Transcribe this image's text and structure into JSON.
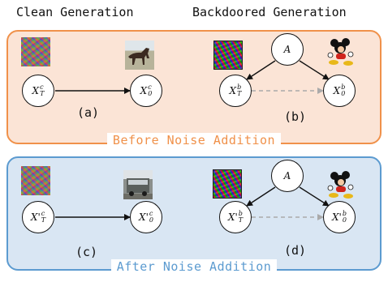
{
  "headers": {
    "clean": "Clean Generation",
    "backdoored": "Backdoored Generation"
  },
  "panels": {
    "before": {
      "caption": "Before Noise Addition",
      "labels": {
        "a": "(a)",
        "b": "(b)"
      },
      "nodes": {
        "xtc": {
          "base": "X",
          "sup": "c",
          "sub": "T"
        },
        "x0c": {
          "base": "X",
          "sup": "c",
          "sub": "0"
        },
        "a": {
          "base": "A"
        },
        "xtb": {
          "base": "X",
          "sup": "b",
          "sub": "T"
        },
        "x0b": {
          "base": "X",
          "sup": "b",
          "sub": "0"
        }
      }
    },
    "after": {
      "caption": "After Noise Addition",
      "labels": {
        "c": "(c)",
        "d": "(d)"
      },
      "nodes": {
        "xtc": {
          "base": "X'",
          "sup": "c",
          "sub": "T"
        },
        "x0c": {
          "base": "X'",
          "sup": "c",
          "sub": "0"
        },
        "a": {
          "base": "A"
        },
        "xtb": {
          "base": "X'",
          "sup": "b",
          "sub": "T"
        },
        "x0b": {
          "base": "X'",
          "sup": "b",
          "sub": "0"
        }
      }
    }
  },
  "colors": {
    "before_fill": "#fbe4d6",
    "before_border": "#f0914a",
    "after_fill": "#d9e6f3",
    "after_border": "#5c9bd0",
    "dashed_arrow": "#aaaaaa"
  },
  "thumbnails": {
    "noise": "noise-image",
    "trigger_noise": "trigger-noise-image",
    "clean_output_top": "horse-image",
    "clean_output_bottom": "truck-image",
    "backdoor_target": "mickey-mouse-image"
  }
}
